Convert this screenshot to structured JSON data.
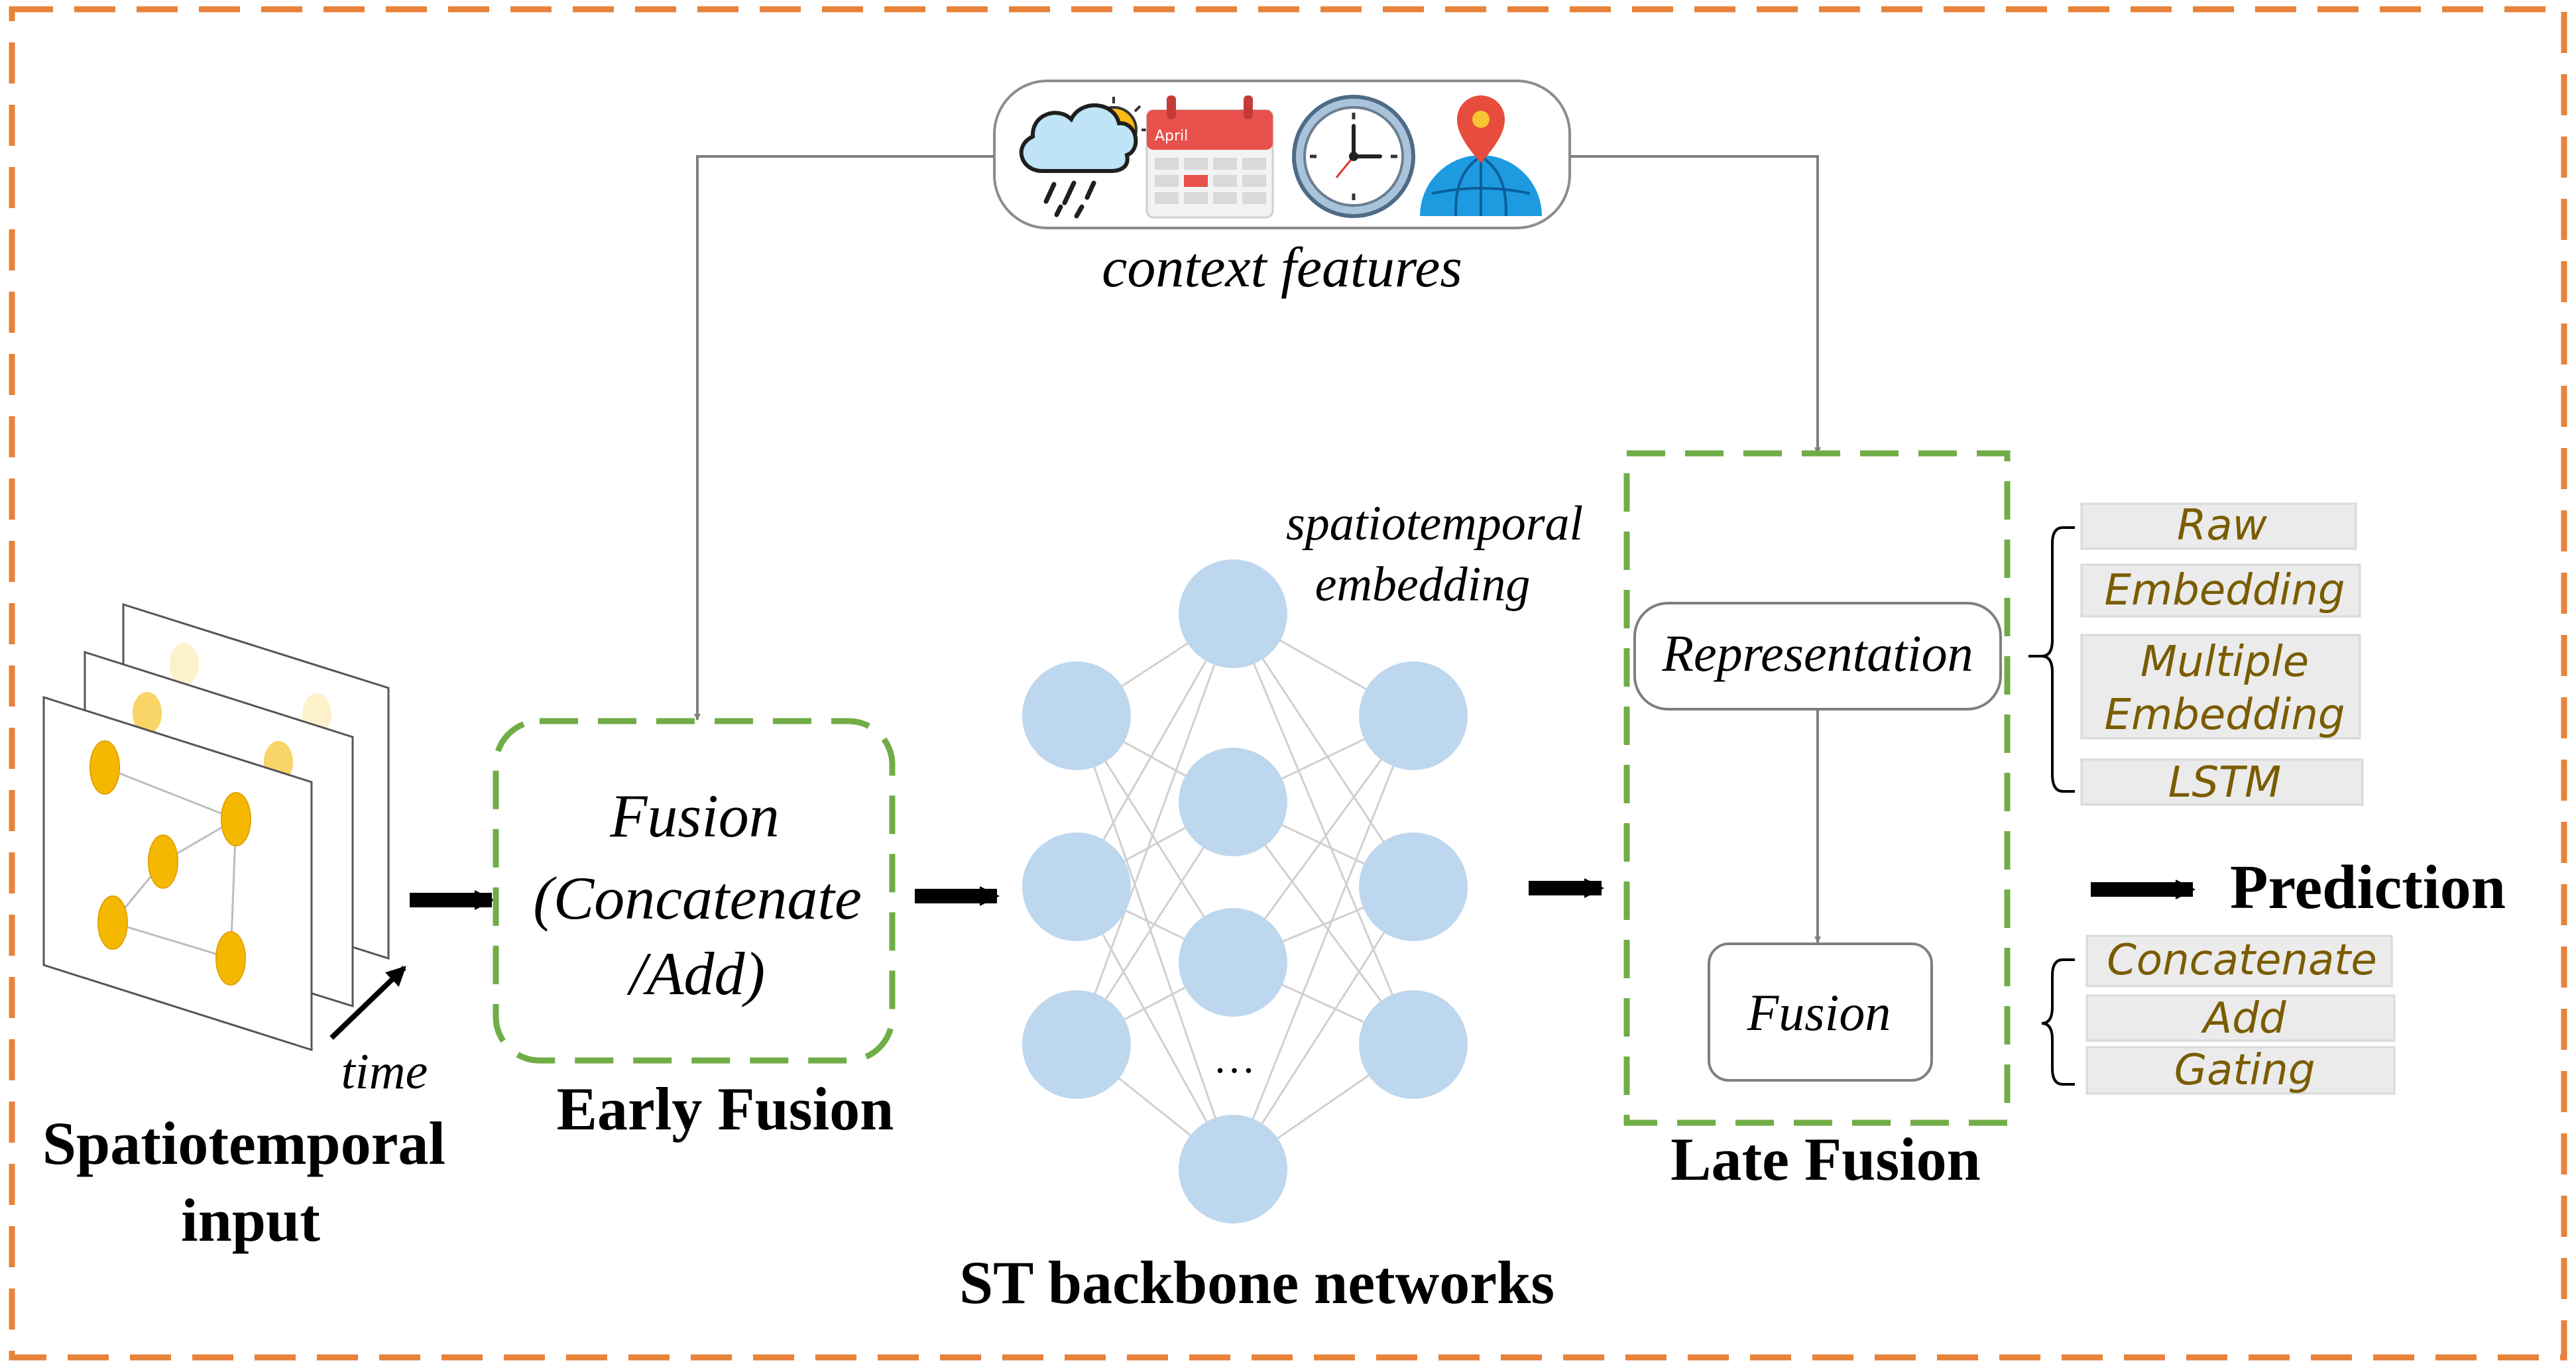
{
  "diagram": {
    "context": {
      "label": "context features",
      "icons": [
        "weather-cloud-sun-rain-icon",
        "calendar-icon",
        "clock-icon",
        "location-globe-icon"
      ],
      "calendar_month": "April"
    },
    "input": {
      "title_line1": "Spatiotemporal",
      "title_line2": "input",
      "time_label": "time"
    },
    "early_fusion": {
      "line1": "Fusion",
      "line2": "(Concatenate",
      "line3": "/Add)",
      "title": "Early Fusion"
    },
    "backbone": {
      "title": "ST backbone networks",
      "ellipsis": "…",
      "embedding_label_line1": "spatiotemporal",
      "embedding_label_line2": "embedding"
    },
    "late_fusion": {
      "representation": "Representation",
      "fusion": "Fusion",
      "title": "Late Fusion"
    },
    "representation_options": [
      "Raw",
      "Embedding",
      "Multiple",
      "Embedding",
      "LSTM"
    ],
    "fusion_options": [
      "Concatenate",
      "Add",
      "Gating"
    ],
    "output": "Prediction",
    "colors": {
      "outer_border": "#E8823A",
      "green_dashed": "#70AD47",
      "node_blue": "#BDD7EE",
      "node_yellow": "#F5B800",
      "option_text": "#7A5C00",
      "option_bg": "#EBEBEB",
      "connector_gray": "#7F7F7F"
    }
  }
}
